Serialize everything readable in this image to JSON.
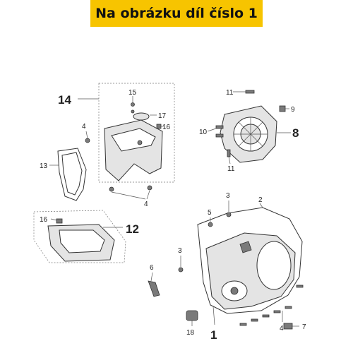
{
  "banner": {
    "text": "Na obrázku díl číslo 1",
    "color": "#f7c400"
  },
  "callouts": {
    "c1": "1",
    "c2": "2",
    "c3a": "3",
    "c3b": "3",
    "c4a": "4",
    "c4b": "4",
    "c4c": "4",
    "c5": "5",
    "c6": "6",
    "c7": "7",
    "c8": "8",
    "c9": "9",
    "c10": "10",
    "c11a": "11",
    "c11b": "11",
    "c12": "12",
    "c13": "13",
    "c14": "14",
    "c15": "15",
    "c16a": "16",
    "c16b": "16",
    "c17": "17",
    "c18": "18"
  }
}
